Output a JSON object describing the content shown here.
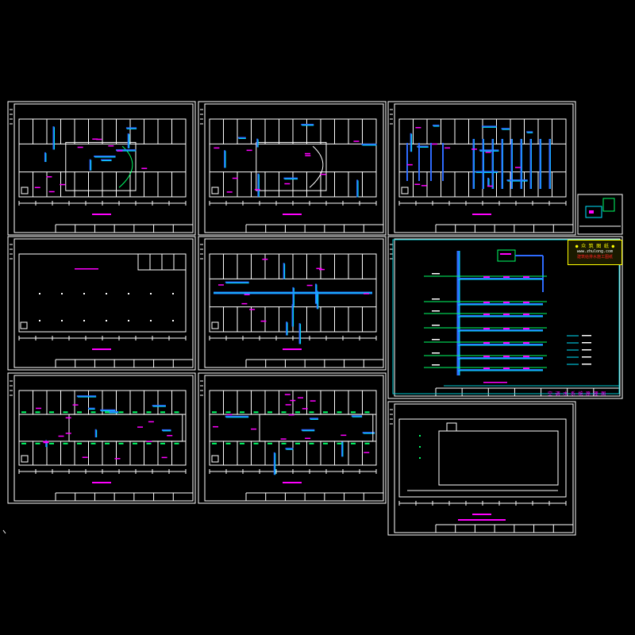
{
  "app": {
    "title": "",
    "background_color": "#000000"
  },
  "colors": {
    "frame": "#ffffff",
    "wall": "#ffffff",
    "pipe_blue": "#2e6bff",
    "pipe_cyan": "#00e5ff",
    "label_magenta": "#ff00ff",
    "pipe_green": "#00ff66",
    "badge_yellow": "#ffff00",
    "badge_red": "#ff2020",
    "schematic_frame": "#00c8d0"
  },
  "sheets": [
    {
      "id": "sheet-1",
      "kind": "floor-plan"
    },
    {
      "id": "sheet-2",
      "kind": "floor-plan"
    },
    {
      "id": "sheet-3",
      "kind": "floor-plan"
    },
    {
      "id": "sheet-4",
      "kind": "floor-plan"
    },
    {
      "id": "sheet-5",
      "kind": "floor-plan"
    },
    {
      "id": "sheet-6",
      "kind": "system-schematic"
    },
    {
      "id": "sheet-7",
      "kind": "floor-plan"
    },
    {
      "id": "sheet-8",
      "kind": "floor-plan"
    },
    {
      "id": "sheet-9",
      "kind": "floor-plan"
    },
    {
      "id": "sheet-10",
      "kind": "detail"
    }
  ],
  "watermark": {
    "line1": "● 众 筑 图 纸 ●",
    "line2": "www.zhulong.com",
    "line3": "建筑给排水施工图纸"
  },
  "schematic_note": "空 调 水 系 统 原 理 图"
}
